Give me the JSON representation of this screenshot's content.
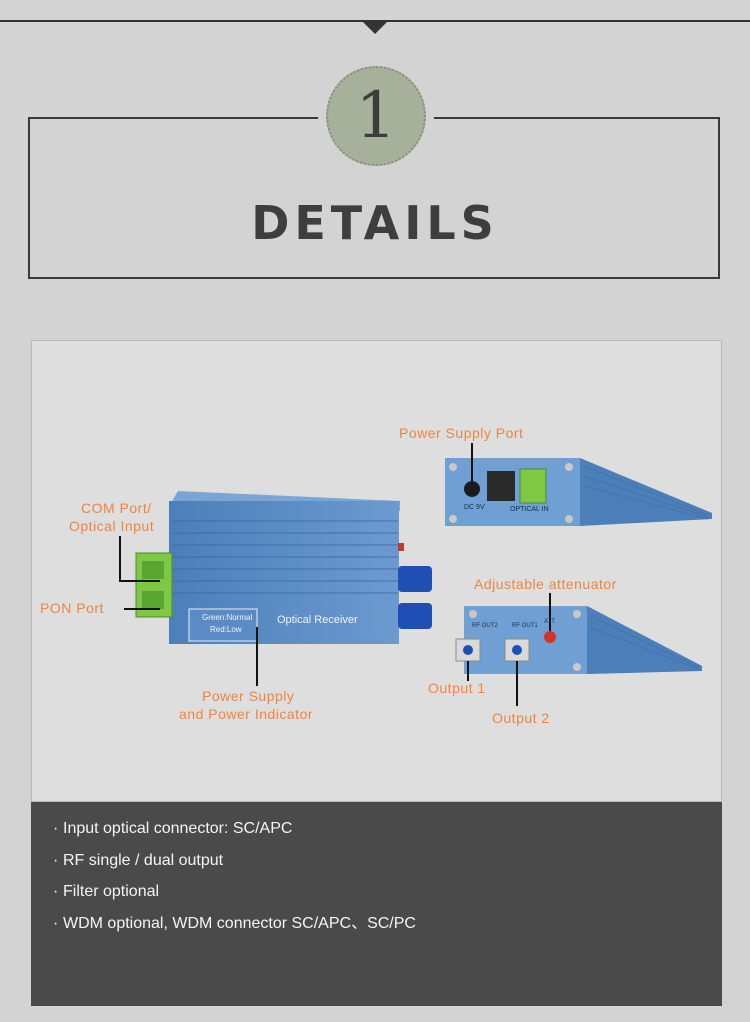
{
  "header": {
    "number": "1",
    "title": "DETAILS"
  },
  "photo": {
    "callouts": {
      "com_port": "COM Port/",
      "optical_input": "Optical Input",
      "pon_port": "PON Port",
      "power_supply_indicator_1": "Power Supply",
      "power_supply_indicator_2": "and Power Indicator",
      "power_supply_port": "Power Supply Port",
      "adjustable_attenuator": "Adjustable attenuator",
      "output_1": "Output 1",
      "output_2": "Output 2"
    },
    "device_labels": {
      "front_indicator_green": "Green:Normal",
      "front_indicator_red": "Red:Low",
      "front_name": "Optical Receiver",
      "rear_dc": "DC 9V",
      "rear_optical_in": "OPTICAL IN",
      "rear_rf_out2": "RF OUT2",
      "rear_rf_out1": "RF OUT1",
      "rear_att": "ATT"
    }
  },
  "specs": [
    "Input optical connector: SC/APC",
    "RF single / dual output",
    "Filter optional",
    "WDM optional, WDM connector SC/APC、SC/PC"
  ],
  "colors": {
    "callout": "#ee8442",
    "device_blue": "#5e90c8",
    "spec_bg": "#4a4a4a",
    "badge": "#a7b09a"
  }
}
